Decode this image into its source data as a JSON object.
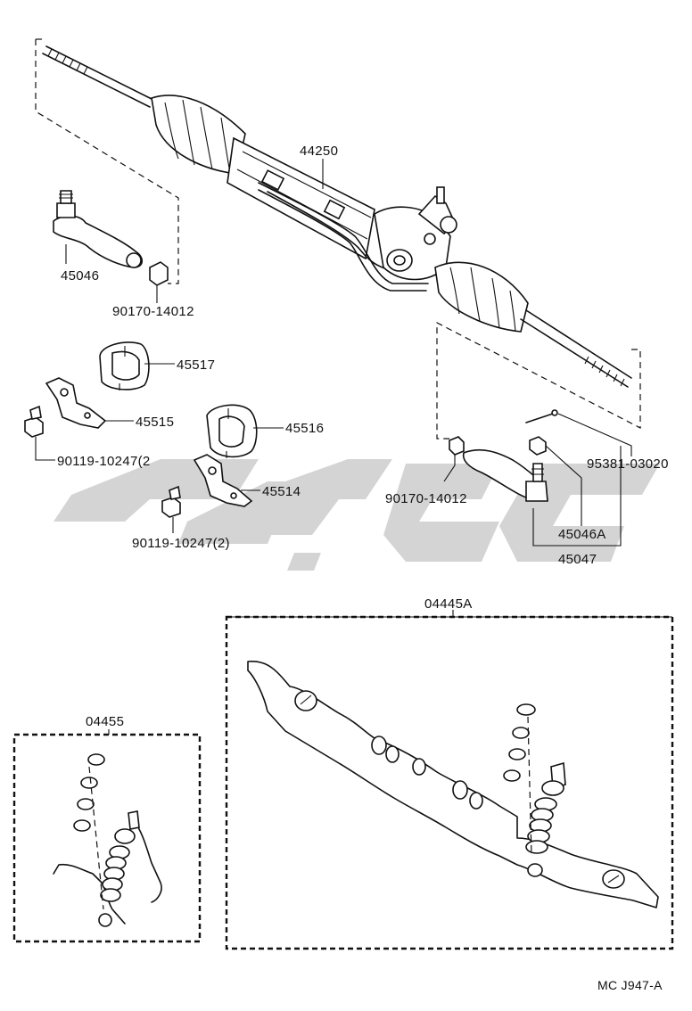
{
  "diagram": {
    "title": "",
    "parts": [
      {
        "id": "rack",
        "label": "44250"
      },
      {
        "id": "tie-rod-end-left",
        "label": "45046"
      },
      {
        "id": "nut-left",
        "label": "90170-14012"
      },
      {
        "id": "bushing-517",
        "label": "45517"
      },
      {
        "id": "bracket-515",
        "label": "45515"
      },
      {
        "id": "bolt-upper",
        "label": "90119-10247(2"
      },
      {
        "id": "bushing-516",
        "label": "45516"
      },
      {
        "id": "bracket-514",
        "label": "45514"
      },
      {
        "id": "bolt-lower",
        "label": "90119-10247(2)"
      },
      {
        "id": "nut-right",
        "label": "90170-14012"
      },
      {
        "id": "cotter-pin",
        "label": "95381-03020"
      },
      {
        "id": "tie-rod-end-right",
        "label": "45046A"
      },
      {
        "id": "tie-rod-assy",
        "label": "45047"
      },
      {
        "id": "kit-large",
        "label": "04445A"
      },
      {
        "id": "kit-small",
        "label": "04455"
      }
    ],
    "code": "MC  J947-A"
  },
  "colors": {
    "line": "#111111",
    "watermark": "#d4d4d4",
    "background": "#ffffff"
  }
}
